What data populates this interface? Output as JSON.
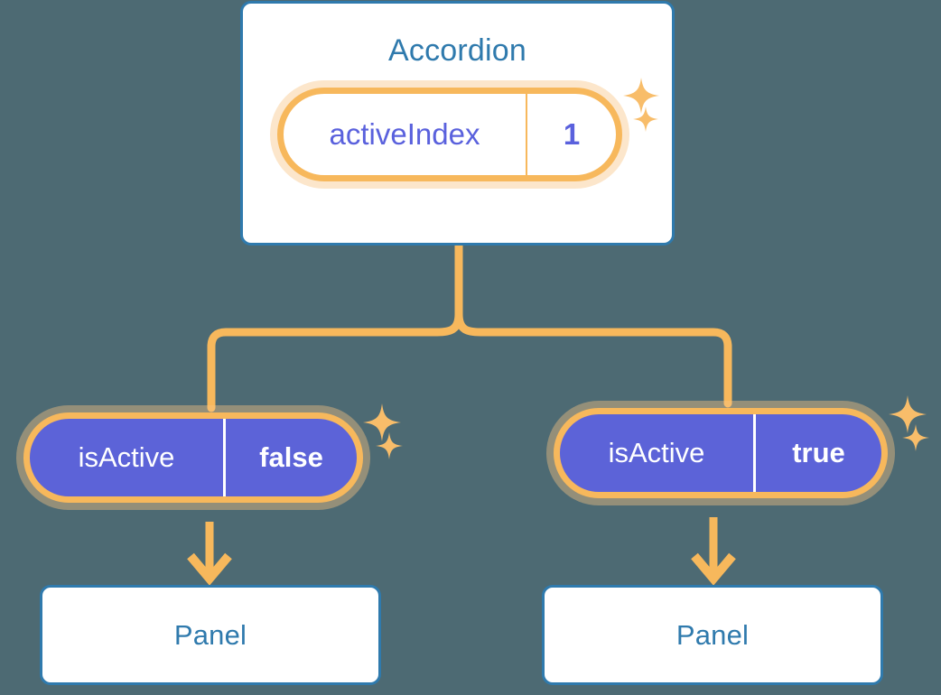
{
  "theme": {
    "background": "#4d6a73",
    "card_border": "#2f7aad",
    "card_title_color": "#2f7aad",
    "pill_border": "#f7b85c",
    "pill_glow": "#fbd9a8",
    "pill_solid_fill": "#5c63d8",
    "pill_light_text": "#5a61dd",
    "pill_solid_text": "#ffffff",
    "connector": "#f7b85c"
  },
  "tree": {
    "root": {
      "title": "Accordion",
      "state": {
        "key": "activeIndex",
        "value": "1"
      },
      "sparkles": [
        "sparkle-icon",
        "sparkle-small-icon"
      ]
    },
    "branches": [
      {
        "state": {
          "key": "isActive",
          "value": "false"
        },
        "sparkles": [
          "sparkle-icon",
          "sparkle-small-icon"
        ],
        "child": {
          "title": "Panel"
        }
      },
      {
        "state": {
          "key": "isActive",
          "value": "true"
        },
        "sparkles": [
          "sparkle-icon",
          "sparkle-small-icon"
        ],
        "child": {
          "title": "Panel"
        }
      }
    ]
  }
}
